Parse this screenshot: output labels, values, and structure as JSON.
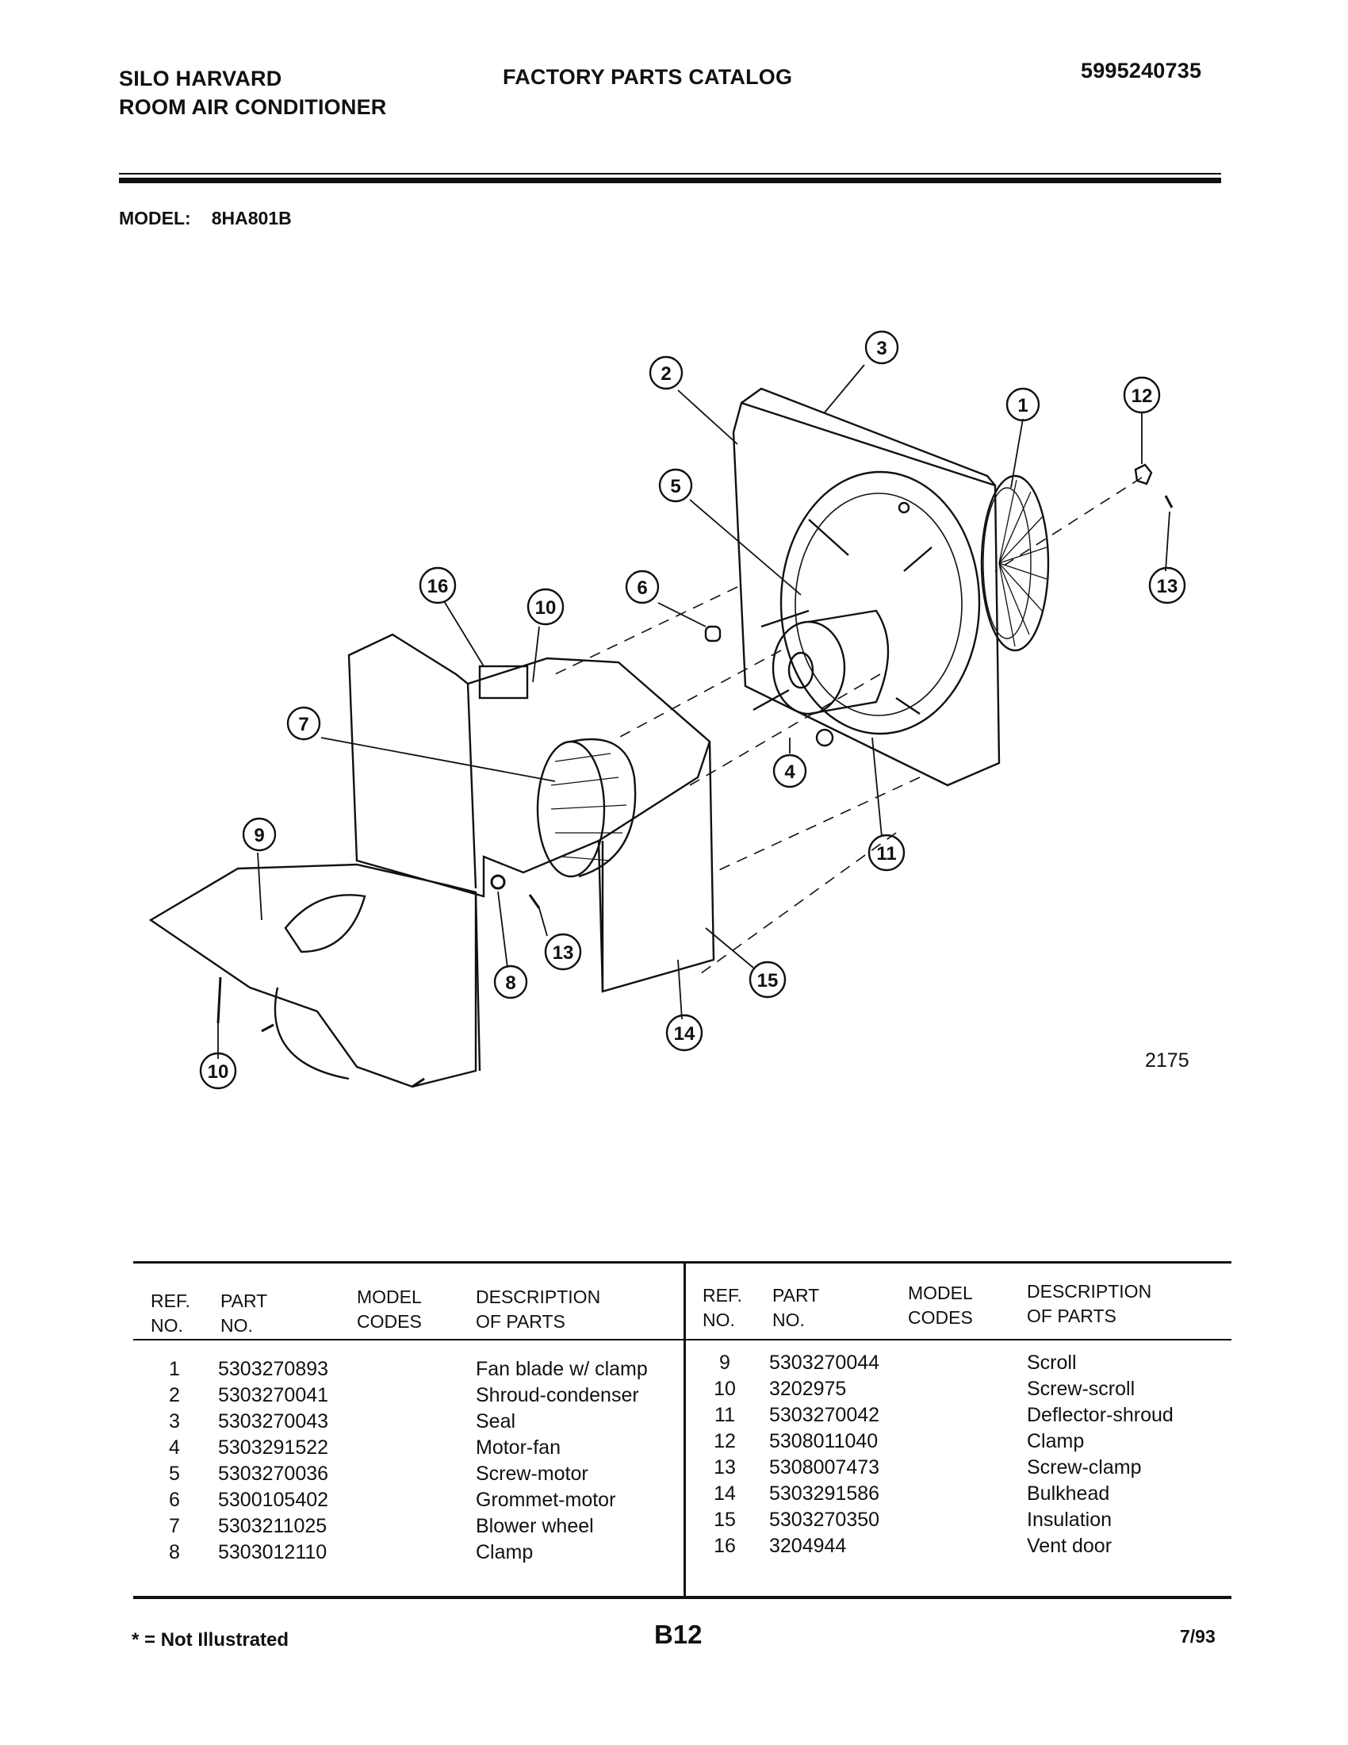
{
  "header": {
    "brand": "SILO HARVARD",
    "product": "ROOM AIR CONDITIONER",
    "catalog_title": "FACTORY PARTS CATALOG",
    "catalog_number": "5995240735"
  },
  "model": {
    "label": "MODEL:",
    "value": "8HA801B"
  },
  "diagram": {
    "figure_number": "2175",
    "callouts": [
      "1",
      "2",
      "3",
      "4",
      "5",
      "6",
      "7",
      "8",
      "9",
      "10",
      "11",
      "12",
      "13",
      "14",
      "15",
      "16"
    ]
  },
  "parts_table": {
    "headers": {
      "ref": [
        "REF.",
        "NO."
      ],
      "part": [
        "PART",
        "NO."
      ],
      "model": [
        "MODEL",
        "CODES"
      ],
      "desc": [
        "DESCRIPTION",
        "OF PARTS"
      ]
    },
    "left": [
      {
        "ref": "1",
        "part": "5303270893",
        "desc": "Fan blade w/ clamp"
      },
      {
        "ref": "2",
        "part": "5303270041",
        "desc": "Shroud-condenser"
      },
      {
        "ref": "3",
        "part": "5303270043",
        "desc": "Seal"
      },
      {
        "ref": "4",
        "part": "5303291522",
        "desc": "Motor-fan"
      },
      {
        "ref": "5",
        "part": "5303270036",
        "desc": "Screw-motor"
      },
      {
        "ref": "6",
        "part": "5300105402",
        "desc": "Grommet-motor"
      },
      {
        "ref": "7",
        "part": "5303211025",
        "desc": "Blower wheel"
      },
      {
        "ref": "8",
        "part": "5303012110",
        "desc": "Clamp"
      }
    ],
    "right": [
      {
        "ref": "9",
        "part": "5303270044",
        "desc": "Scroll"
      },
      {
        "ref": "10",
        "part": "3202975",
        "desc": "Screw-scroll"
      },
      {
        "ref": "11",
        "part": "5303270042",
        "desc": "Deflector-shroud"
      },
      {
        "ref": "12",
        "part": "5308011040",
        "desc": "Clamp"
      },
      {
        "ref": "13",
        "part": "5308007473",
        "desc": "Screw-clamp"
      },
      {
        "ref": "14",
        "part": "5303291586",
        "desc": "Bulkhead"
      },
      {
        "ref": "15",
        "part": "5303270350",
        "desc": "Insulation"
      },
      {
        "ref": "16",
        "part": "3204944",
        "desc": "Vent door"
      }
    ]
  },
  "footer": {
    "note": "* = Not Illustrated",
    "page_code": "B12",
    "date": "7/93"
  }
}
